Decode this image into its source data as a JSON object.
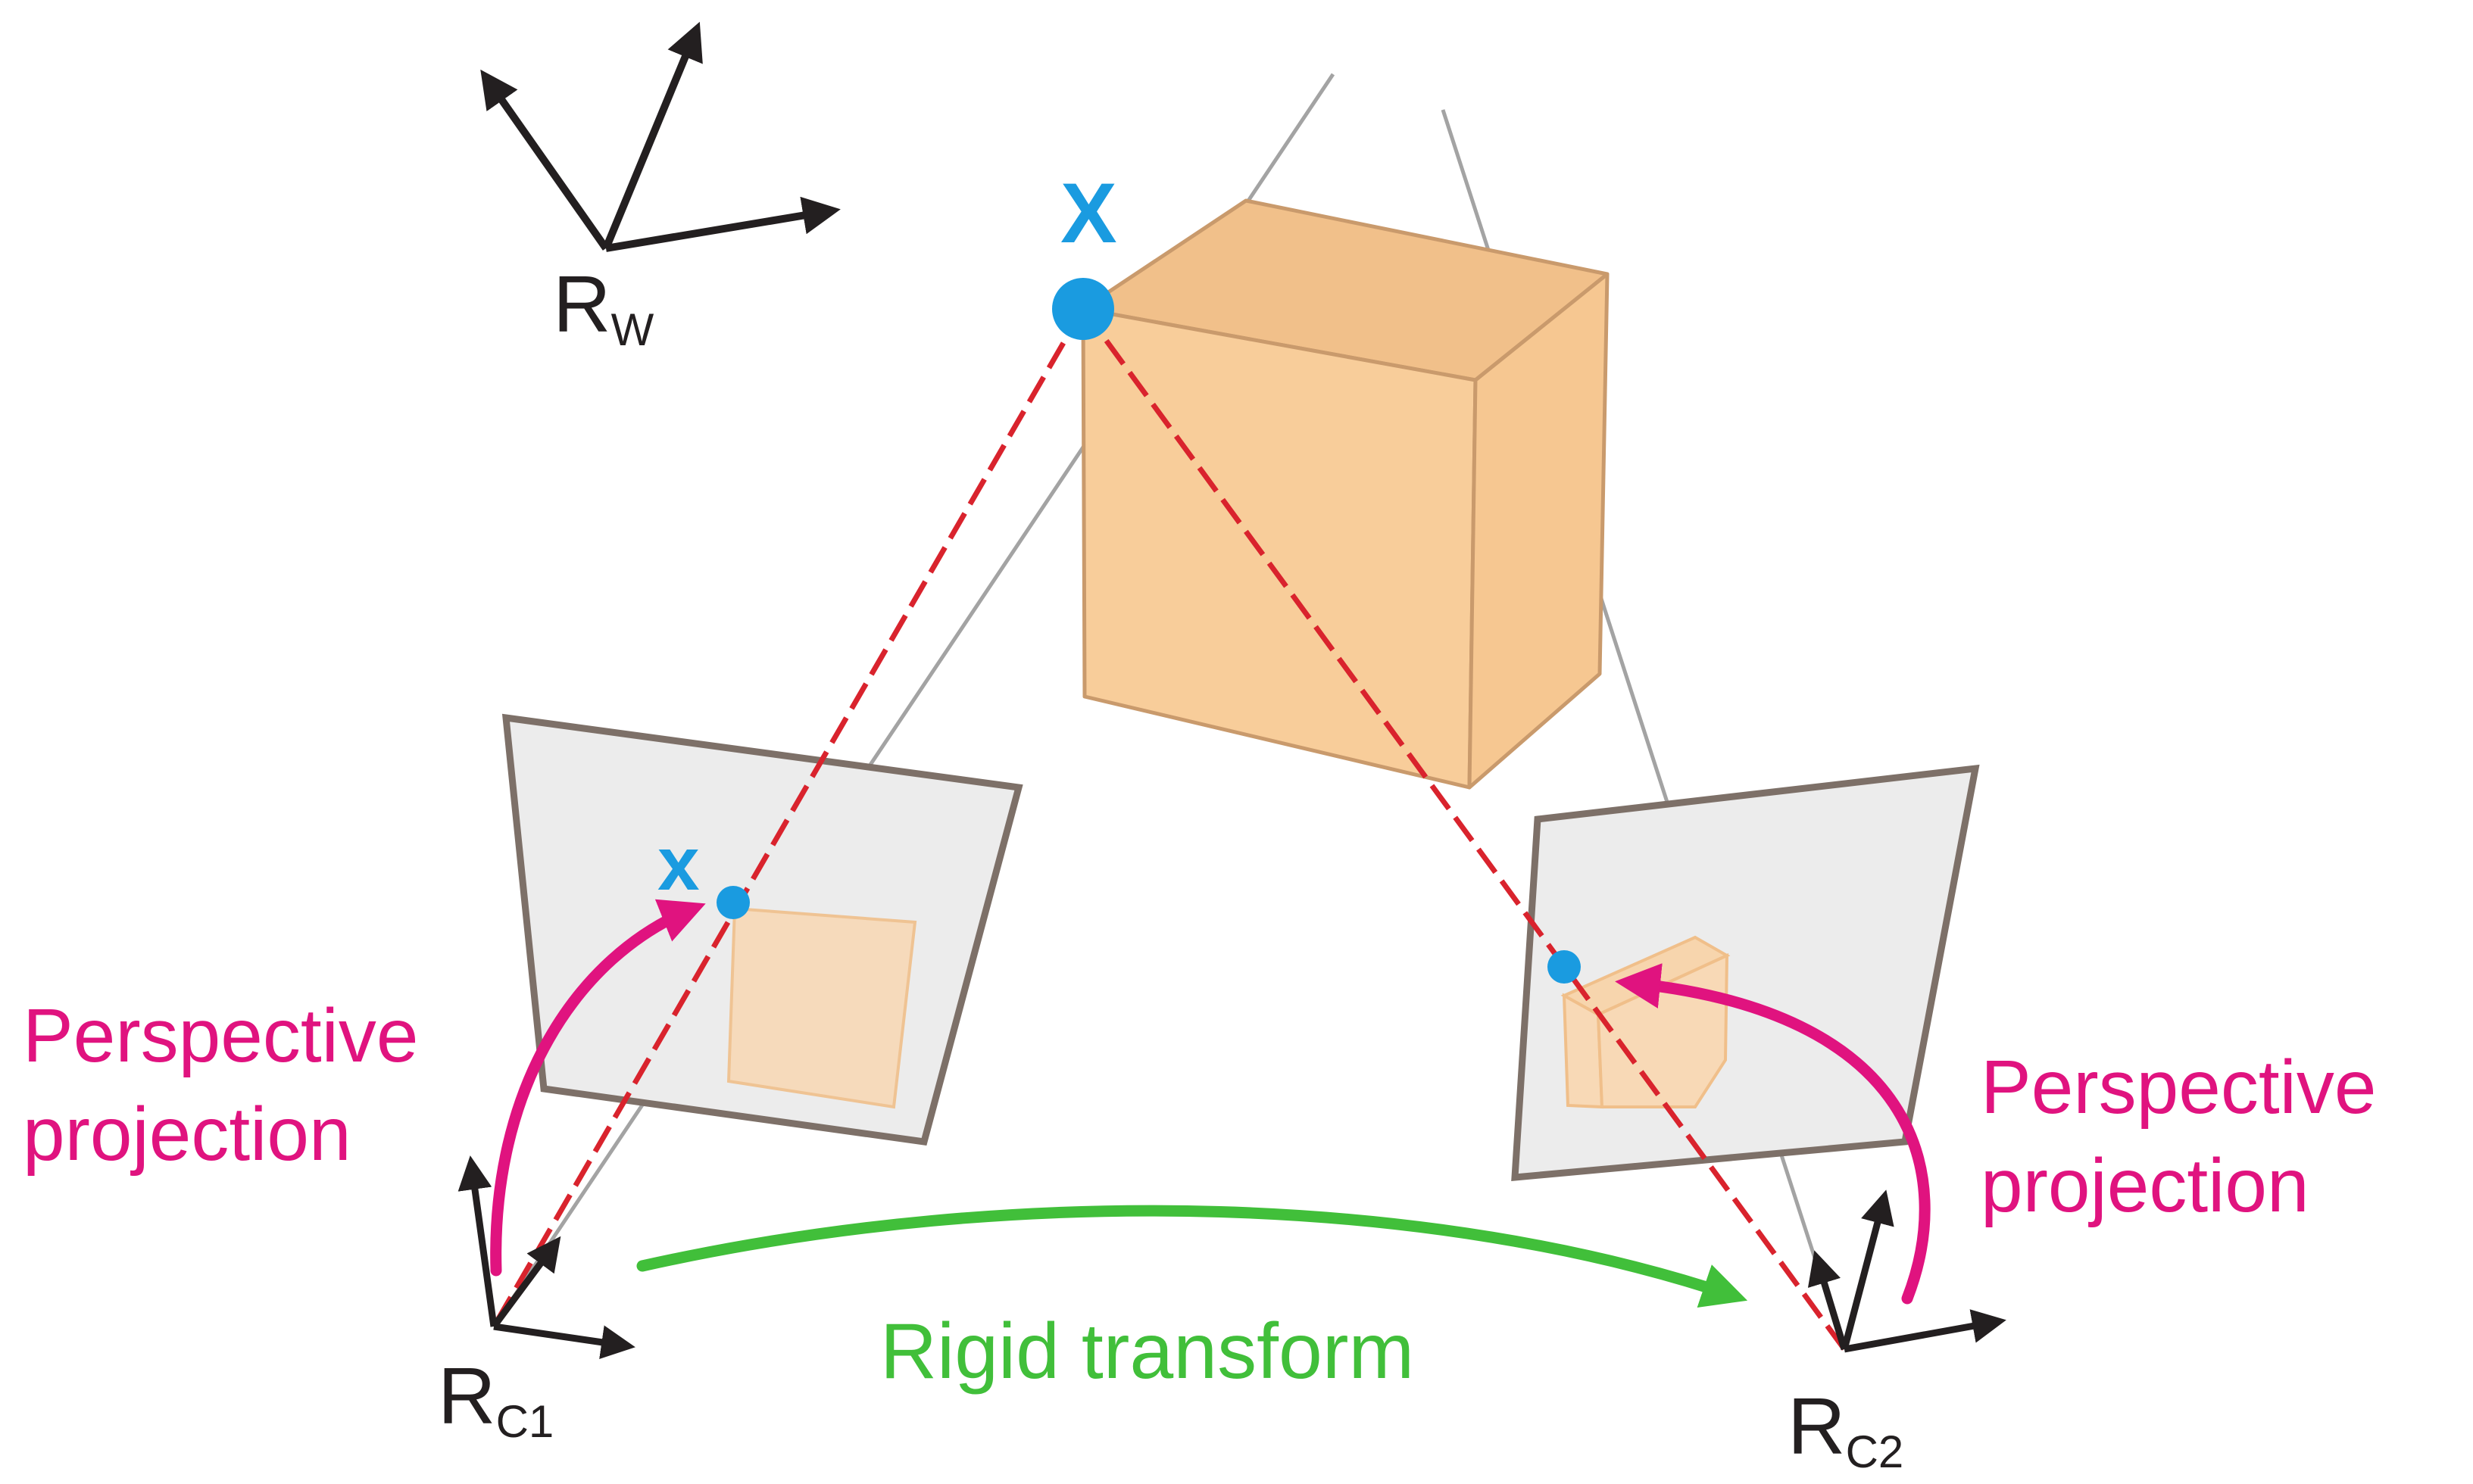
{
  "labels": {
    "world_frame": {
      "main": "R",
      "sub": "W"
    },
    "cam1_frame": {
      "main": "R",
      "sub": "C1"
    },
    "cam2_frame": {
      "main": "R",
      "sub": "C2"
    },
    "point_3d": "X",
    "point_2d": "x",
    "perspective_left": {
      "line1": "Perspective",
      "line2": "projection"
    },
    "perspective_right": {
      "line1": "Perspective",
      "line2": "projection"
    },
    "rigid_transform": "Rigid transform"
  },
  "colors": {
    "point": "#1a9be0",
    "perspective_arrow": "#e0137f",
    "rigid_arrow": "#41bf3a",
    "ray": "#d9232d",
    "axis": "#231f20",
    "cube_face": "#f8cd9a",
    "image_plane": "#ececec"
  }
}
